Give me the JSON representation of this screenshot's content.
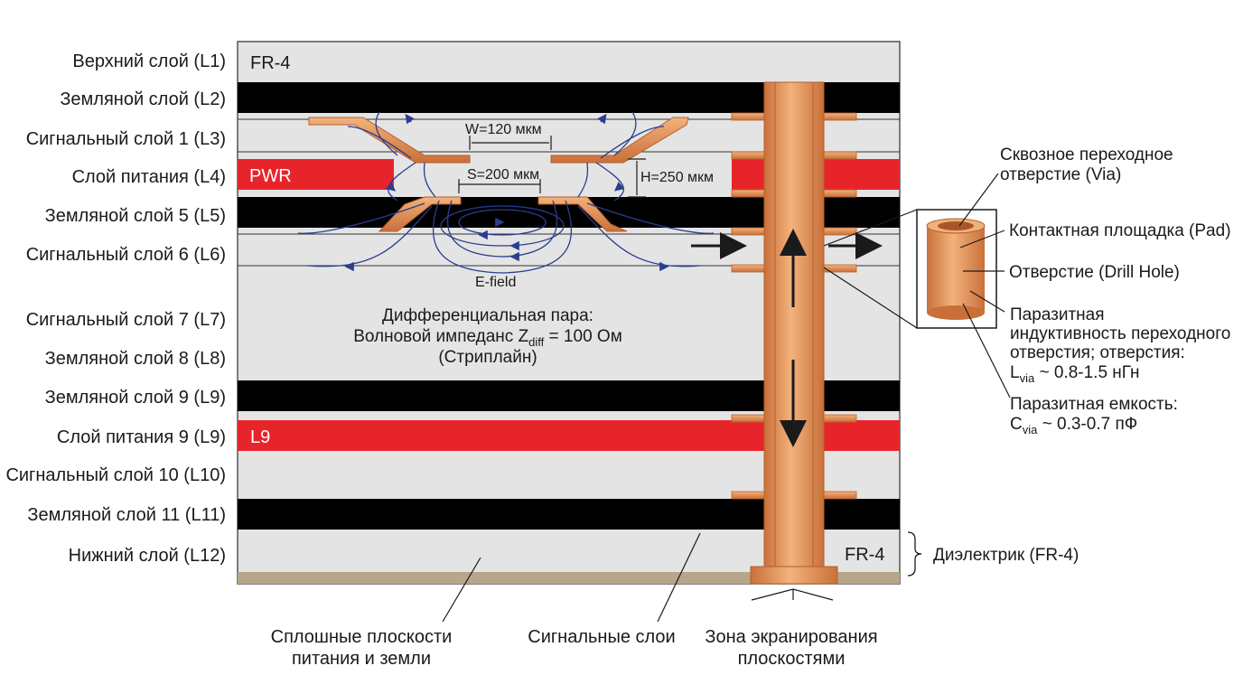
{
  "layers": [
    {
      "label": "Верхний слой (L1)"
    },
    {
      "label": "Земляной слой (L2)"
    },
    {
      "label": "Сигнальный слой 1 (L3)"
    },
    {
      "label": "Слой питания (L4)"
    },
    {
      "label": "Земляной слой 5 (L5)"
    },
    {
      "label": "Сигнальный слой 6 (L6)"
    },
    {
      "label": "Сигнальный слой 7 (L7)"
    },
    {
      "label": "Земляной слой 8 (L8)"
    },
    {
      "label": "Земляной слой 9 (L9)"
    },
    {
      "label": "Слой питания 9 (L9)"
    },
    {
      "label": "Сигнальный слой 10 (L10)"
    },
    {
      "label": "Земляной слой 11 (L11)"
    },
    {
      "label": "Нижний слой (L12)"
    }
  ],
  "inner": {
    "fr4_top": "FR-4",
    "pwr": "PWR",
    "l9": "L9",
    "fr4_bottom": "FR-4",
    "w": "W=120 мкм",
    "s": "S=200 мкм",
    "h": "H=250 мкм",
    "efield": "E-field",
    "diff_line1": "Дифференциальная пара:",
    "diff_line2_pre": "Волновой импеданс Z",
    "diff_line2_sub": "diff",
    "diff_line2_post": " = 100 Ом",
    "diff_line3": "(Стриплайн)"
  },
  "via_callouts": {
    "via_line1": "Сквозное переходное",
    "via_line2": "отверстие (Via)",
    "pad": "Контактная площадка (Pad)",
    "drill": "Отверстие (Drill Hole)",
    "ind_line1": "Паразитная",
    "ind_line2": "индуктивность переходного",
    "ind_line3": "отверстия; отверстия:",
    "ind_line4_pre": "L",
    "ind_line4_sub": "via",
    "ind_line4_post": " ~ 0.8-1.5 нГн",
    "cap_line1": "Паразитная емкость:",
    "cap_line2_pre": "C",
    "cap_line2_sub": "via",
    "cap_line2_post": " ~ 0.3-0.7 пФ"
  },
  "dielectric": "Диэлектрик (FR-4)",
  "bottom_labels": {
    "planes_line1": "Сплошные плоскости",
    "planes_line2": "питания и земли",
    "signal": "Сигнальные слои",
    "shield_line1": "Зона экранирования",
    "shield_line2": "плоскостями"
  },
  "colors": {
    "dielectric": "#e4e4e4",
    "ground": "#000000",
    "power": "#e8242b",
    "copper": "#e79a5c",
    "field": "#2a3d8f",
    "base": "#b8a68a"
  }
}
